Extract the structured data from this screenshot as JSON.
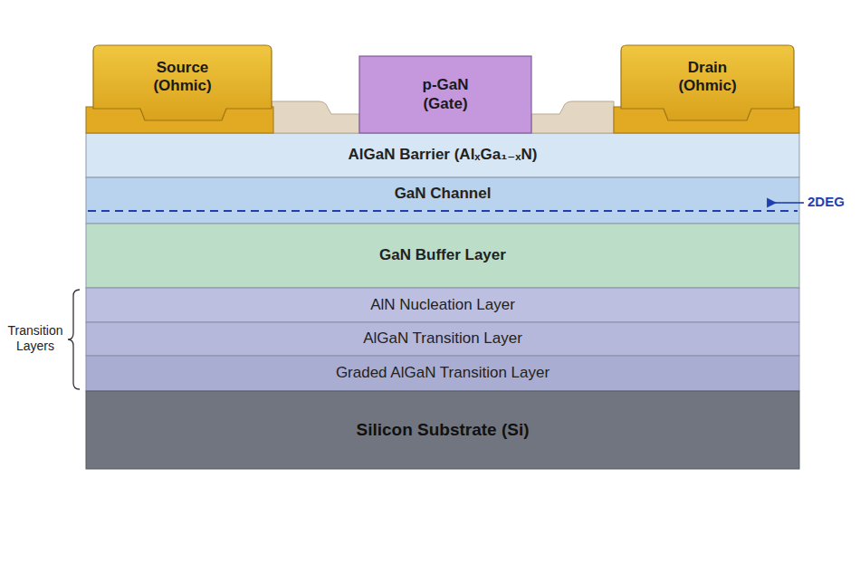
{
  "diagram": {
    "nodes": [
      {
        "text": [
          "Source (Ohmic)"
        ]
      },
      {
        "text": [
          "p-GaN (Gate)"
        ]
      },
      {
        "text": [
          "Drain (Ohmic)"
        ]
      },
      {
        "text": [
          "AlGaN Barrier (AlₓGa₁₋ₓN)"
        ]
      },
      {
        "text": [
          "GaN Channel"
        ]
      },
      {
        "text": [
          "GaN Buffer Layer"
        ]
      },
      {
        "text": [
          "AlN Nucleation Layer"
        ]
      },
      {
        "text": [
          "AlGaN Transition Layer"
        ]
      },
      {
        "text": [
          "Graded AlGaN Transition Layer"
        ]
      },
      {
        "text": [
          "Silicon Substrate (Si)"
        ]
      }
    ],
    "labels": [
      "2DEG",
      "Transition Layers"
    ]
  }
}
